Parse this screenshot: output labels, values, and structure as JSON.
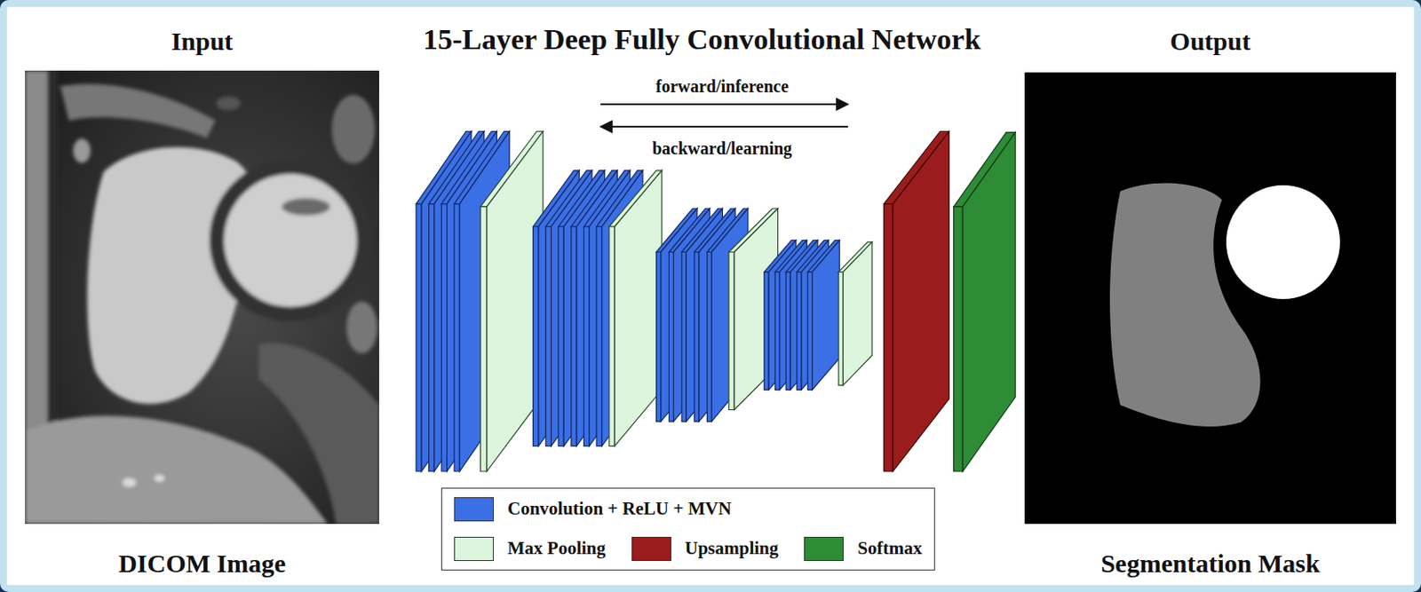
{
  "diagram": {
    "title": "15-Layer Deep Fully Convolutional Network",
    "nodes": [
      {
        "text": [
          "Input",
          "DICOM Image"
        ]
      },
      {
        "text": [
          "Output",
          "Segmentation Mask"
        ]
      }
    ],
    "labels": [
      "forward/inference",
      "backward/learning"
    ],
    "legend": [
      {
        "text": "Convolution + ReLU + MVN",
        "color": "#3a6fe6"
      },
      {
        "text": "Max Pooling",
        "color": "#dcf5dc"
      },
      {
        "text": "Upsampling",
        "color": "#9b1c1c"
      },
      {
        "text": "Softmax",
        "color": "#2e8b36"
      }
    ]
  }
}
